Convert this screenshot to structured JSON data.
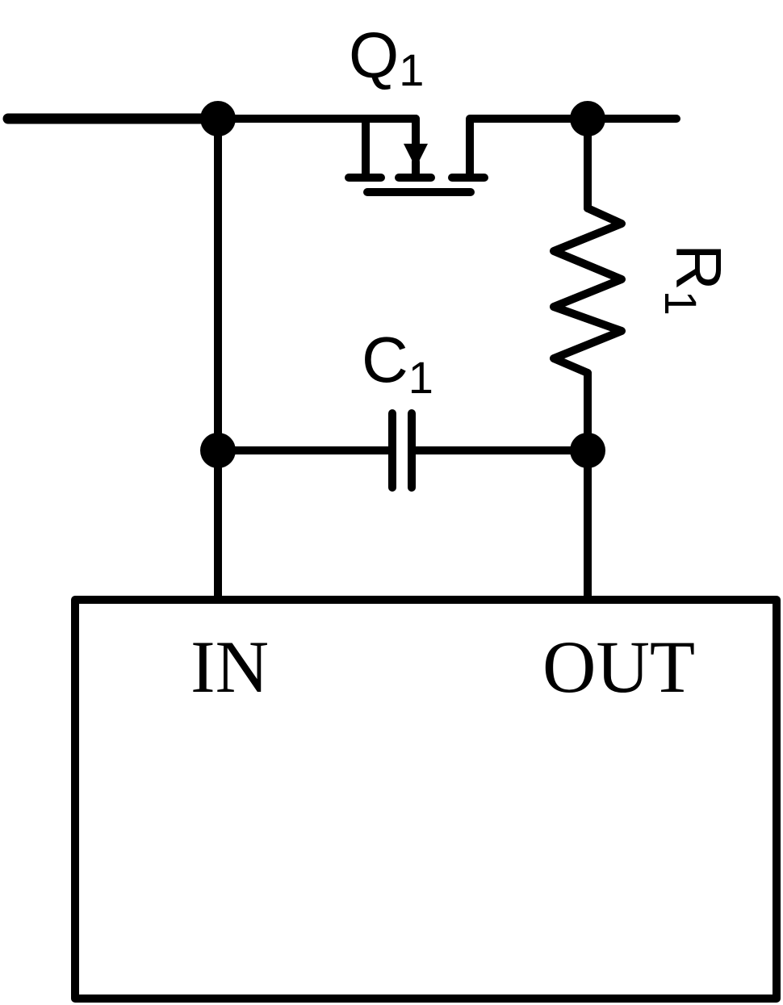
{
  "components": {
    "transistor": {
      "letter": "Q",
      "index": "1"
    },
    "resistor": {
      "letter": "R",
      "index": "1"
    },
    "capacitor": {
      "letter": "C",
      "index": "1"
    }
  },
  "block": {
    "pin_in": "IN",
    "pin_out": "OUT"
  },
  "colors": {
    "line": "#000000",
    "background": "#ffffff"
  }
}
